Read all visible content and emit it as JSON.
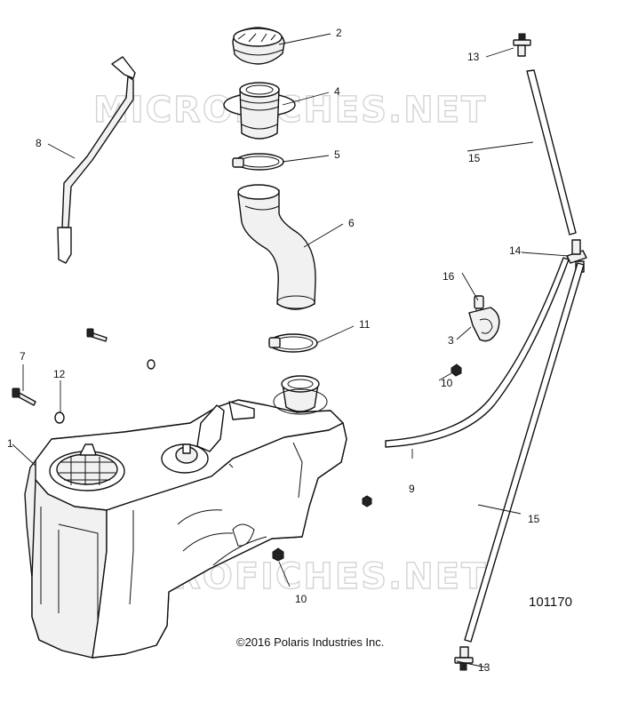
{
  "watermark": "MICROFICHES.NET",
  "diagram_id": "101170",
  "copyright": "©2016 Polaris Industries Inc.",
  "callouts": {
    "c1": "1",
    "c2": "2",
    "c3": "3",
    "c4": "4",
    "c5": "5",
    "c6": "6",
    "c7": "7",
    "c8": "8",
    "c9": "9",
    "c10a": "10",
    "c10b": "10",
    "c11": "11",
    "c12": "12",
    "c13a": "13",
    "c13b": "13",
    "c14": "14",
    "c15a": "15",
    "c15b": "15",
    "c16": "16"
  }
}
